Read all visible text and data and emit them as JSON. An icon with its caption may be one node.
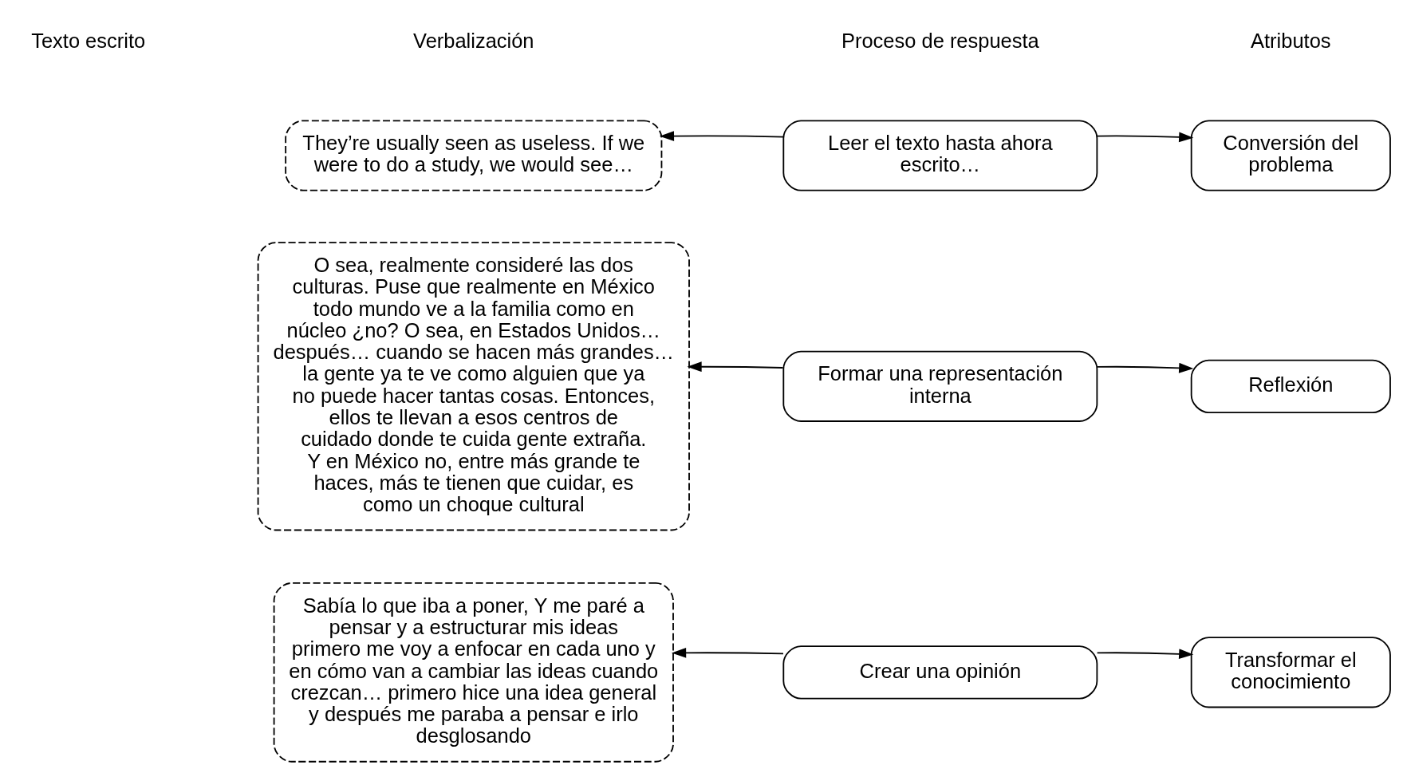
{
  "diagram": {
    "nodes": [
      {
        "text": [
          "They’re usually seen as useless. If we were to do a study, we would see…"
        ]
      },
      {
        "text": [
          "O sea, realmente consideré las dos culturas. Puse que realmente en México todo mundo ve a la familia como en núcleo ¿no? O sea, en Estados Unidos… después… cuando se hacen más grandes… la gente ya te ve como alguien que ya no puede hacer tantas cosas. Entonces, ellos te llevan a esos centros de cuidado donde te cuida gente extraña. Y en México no, entre más grande te haces, más te tienen que cuidar, es como un choque cultural"
        ]
      },
      {
        "text": [
          "Sabía lo que iba a poner, Y me paré a pensar y a estructurar mis ideas primero me voy a enfocar en cada uno y en cómo van a cambiar las ideas cuando crezcan… primero hice una idea general y después me paraba a pensar e irlo desglosando"
        ]
      },
      {
        "text": [
          "Leer el texto hasta ahora escrito…"
        ]
      },
      {
        "text": [
          "Formar una representación interna"
        ]
      },
      {
        "text": [
          "Crear una opinión"
        ]
      },
      {
        "text": [
          "Conversión del problema"
        ]
      },
      {
        "text": [
          "Reflexión"
        ]
      },
      {
        "text": [
          "Transformar el conocimiento"
        ]
      }
    ],
    "edges": [
      {
        "from": 3,
        "to": 0,
        "arrow": "to"
      },
      {
        "from": 3,
        "to": 6,
        "arrow": "to"
      },
      {
        "from": 4,
        "to": 1,
        "arrow": "to"
      },
      {
        "from": 4,
        "to": 7,
        "arrow": "to"
      },
      {
        "from": 5,
        "to": 2,
        "arrow": "to"
      },
      {
        "from": 5,
        "to": 8,
        "arrow": "to"
      }
    ],
    "labels": [
      "Texto escrito",
      "Verbalización",
      "Proceso de respuesta",
      "Atributos"
    ]
  }
}
